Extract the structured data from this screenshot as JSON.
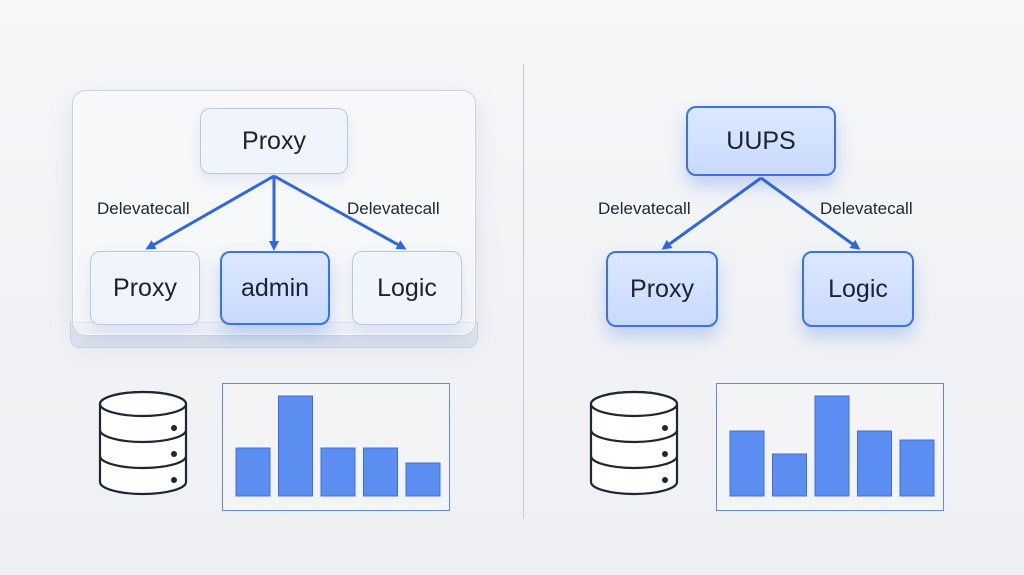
{
  "left": {
    "top_box": "Proxy",
    "edge_left_label": "Delevatecall",
    "edge_right_label": "Delevatecall",
    "children": [
      "Proxy",
      "admin",
      "Logic"
    ]
  },
  "right": {
    "top_box": "UUPS",
    "edge_left_label": "Delevatecall",
    "edge_right_label": "Delevatecall",
    "children": [
      "Proxy",
      "Logic"
    ]
  },
  "icons": [
    "database-icon",
    "database-icon"
  ],
  "colors": {
    "accent": "#3a73e6",
    "bar": "#5b8ef0",
    "bar_edge": "#3d6fe0"
  },
  "chart_data": [
    {
      "type": "bar",
      "values": [
        48,
        100,
        48,
        48,
        33
      ]
    },
    {
      "type": "bar",
      "values": [
        65,
        42,
        100,
        65,
        56
      ]
    }
  ]
}
